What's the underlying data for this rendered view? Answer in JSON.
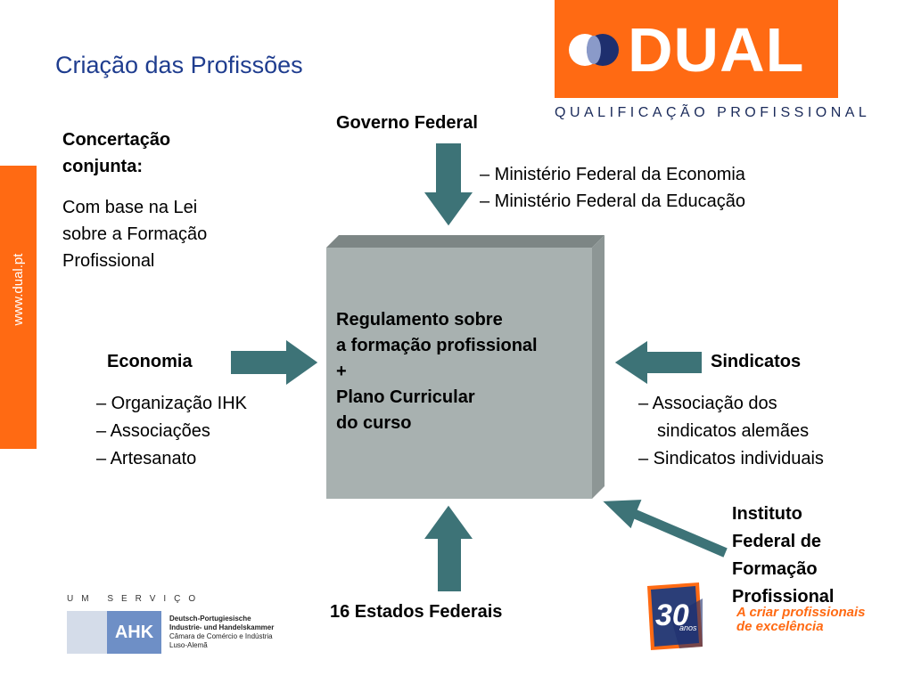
{
  "title": "Criação das Profissões",
  "side_url": "www.dual.pt",
  "logo": {
    "word": "DUAL",
    "subtitle": "QUALIFICAÇÃO PROFISSIONAL"
  },
  "concertacao": {
    "heading_line1": "Concertação",
    "heading_line2": "conjunta:",
    "body_line1": "Com base na Lei",
    "body_line2": "sobre a Formação",
    "body_line3": "Profissional"
  },
  "governo": {
    "label": "Governo Federal",
    "item1": "– Ministério Federal da Economia",
    "item2": "– Ministério Federal da Educação"
  },
  "center": {
    "line1": "Regulamento sobre",
    "line2": "a formação profissional",
    "line3": "+",
    "line4": "Plano Curricular",
    "line5": "do curso"
  },
  "economia": {
    "label": "Economia",
    "item1": "– Organização IHK",
    "item2": "– Associações",
    "item3": "– Artesanato"
  },
  "sindicatos": {
    "label": "Sindicatos",
    "item1": "– Associação dos",
    "item1b": "sindicatos alemães",
    "item2": "– Sindicatos individuais"
  },
  "instituto": {
    "line1": "Instituto",
    "line2": "Federal de",
    "line3": "Formação",
    "line4": "Profissional"
  },
  "estados": {
    "label": "16 Estados Federais"
  },
  "footer": {
    "um_servico": "UM SERVIÇO",
    "ahk_label": "AHK",
    "ahk_line1": "Deutsch-Portugiesische",
    "ahk_line2": "Industrie- und Handelskammer",
    "ahk_line3": "Câmara de Comércio e Indústria",
    "ahk_line4": "Luso-Alemã",
    "badge_number": "30",
    "badge_sub": "anos",
    "tagline1": "A criar profissionais",
    "tagline2": "de excelência"
  },
  "colors": {
    "orange": "#ff6a13",
    "arrow_fill": "#3d7377",
    "box_front": "#a8b1b0",
    "title_blue": "#1f3d8f"
  }
}
